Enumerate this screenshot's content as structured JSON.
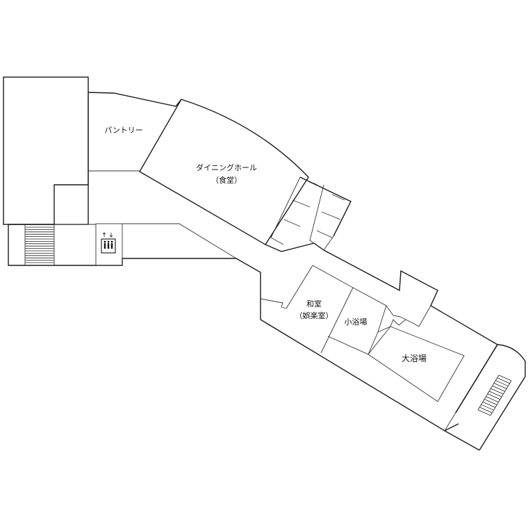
{
  "rooms": {
    "pantry": "パントリー",
    "dining_hall": "ダイニングホール",
    "dining_hall_sub": "（食堂）",
    "washitsu": "和室",
    "washitsu_sub": "（娯楽室）",
    "small_bath": "小浴場",
    "large_bath": "大浴場"
  },
  "icons": {
    "elevator": "elevator-icon",
    "stairs_left": "stairs-icon",
    "stairs_right": "stairs-icon"
  },
  "colors": {
    "line": "#1a1a1a",
    "background": "#ffffff"
  }
}
